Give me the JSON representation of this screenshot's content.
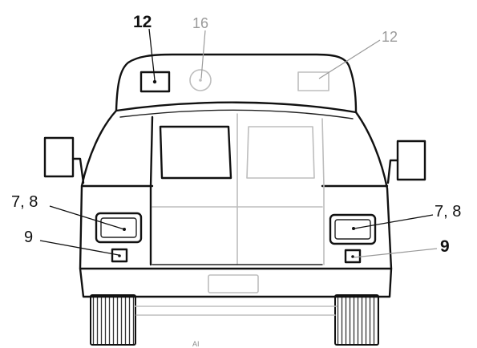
{
  "diagram": {
    "callouts": {
      "roof_marker_left": "12",
      "roof_center_lamp": "16",
      "roof_marker_right": "12",
      "tail_lamp_left": "7, 8",
      "tail_lamp_right": "7, 8",
      "reflector_left": "9",
      "reflector_right": "9"
    },
    "footer_mark": "AI"
  }
}
